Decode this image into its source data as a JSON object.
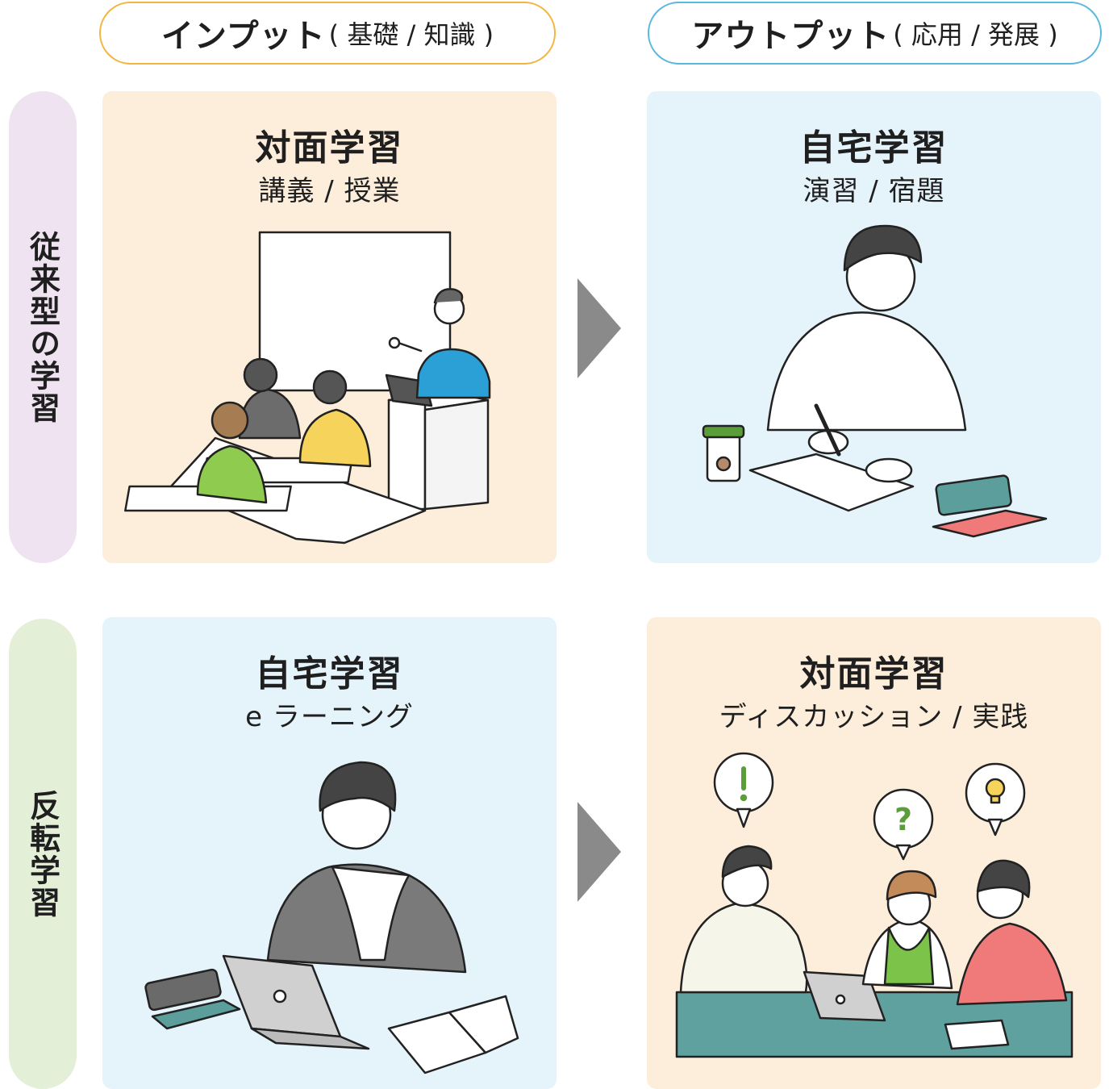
{
  "columns": {
    "input": {
      "title": "インプット",
      "detail": "( 基礎 / 知識 )"
    },
    "output": {
      "title": "アウトプット",
      "detail": "( 応用 / 発展 )"
    }
  },
  "rows": {
    "traditional": "従来型の学習",
    "flipped": "反転学習"
  },
  "panels": {
    "traditional_input": {
      "title": "対面学習",
      "subtitle": "講義 / 授業"
    },
    "traditional_output": {
      "title": "自宅学習",
      "subtitle": "演習 / 宿題"
    },
    "flipped_input": {
      "title": "自宅学習",
      "subtitle": "e ラーニング"
    },
    "flipped_output": {
      "title": "対面学習",
      "subtitle": "ディスカッション / 実践"
    }
  },
  "colors": {
    "input_border": "#f2b640",
    "output_border": "#59b9dc",
    "peach_panel": "#fdeedb",
    "blue_panel": "#e5f3fa",
    "traditional_label_bg": "#efe3f1",
    "flipped_label_bg": "#e4efd8",
    "arrow": "#8a8a8a"
  },
  "icons": {
    "arrow": "right-triangle-arrow",
    "bubble_1": "exclamation-icon",
    "bubble_2": "question-icon",
    "bubble_3": "lightbulb-icon"
  }
}
